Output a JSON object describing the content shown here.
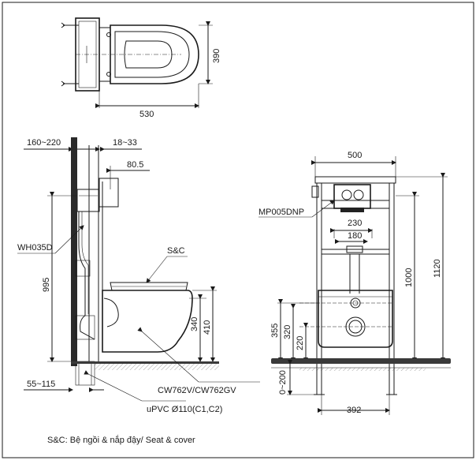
{
  "top_view": {
    "dim_width": "530",
    "dim_depth": "390"
  },
  "side_view": {
    "dim_wall_range": "160~220",
    "dim_gap": "18~33",
    "dim_offset": "80.5",
    "label_tank": "WH035D",
    "dim_frame_height": "995",
    "label_seat": "S&C",
    "dim_bowl_height": "340",
    "dim_total_bowl": "410",
    "dim_floor_range": "55~115",
    "label_model": "CW762V/CW762GV",
    "label_pipe": "uPVC Ø110(C1,C2)"
  },
  "front_view": {
    "dim_frame_width": "500",
    "label_plate": "MP005DNP",
    "dim_230": "230",
    "dim_180": "180",
    "dim_1000": "1000",
    "dim_1120": "1120",
    "dim_355": "355",
    "dim_320": "320",
    "dim_220": "220",
    "dim_0_200": "0~200",
    "dim_392": "392"
  },
  "footnote": "S&C: Bệ ngồi & nắp đậy/ Seat & cover"
}
